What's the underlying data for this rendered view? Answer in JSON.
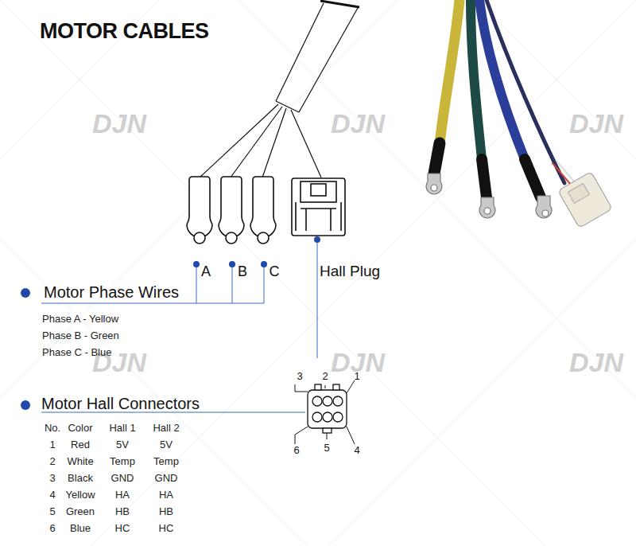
{
  "diagram": {
    "title": "MOTOR CABLES",
    "labels": [
      "DJN",
      "DJN",
      "DJN",
      "DJN",
      "DJN",
      "DJN",
      "A",
      "B",
      "C",
      "Hall Plug",
      "Motor Phase Wires",
      "Phase A - Yellow",
      "Phase B - Green",
      "Phase C - Blue",
      "3",
      "2",
      "1",
      "6",
      "5",
      "4",
      "Motor Hall Connectors",
      "No.",
      "Color",
      "Hall 1",
      "Hall 2",
      "1",
      "Red",
      "5V",
      "5V",
      "2",
      "White",
      "Temp",
      "Temp",
      "3",
      "Black",
      "GND",
      "GND",
      "4",
      "Yellow",
      "HA",
      "HA",
      "5",
      "Green",
      "HB",
      "HB",
      "6",
      "Blue",
      "HC",
      "HC"
    ]
  }
}
